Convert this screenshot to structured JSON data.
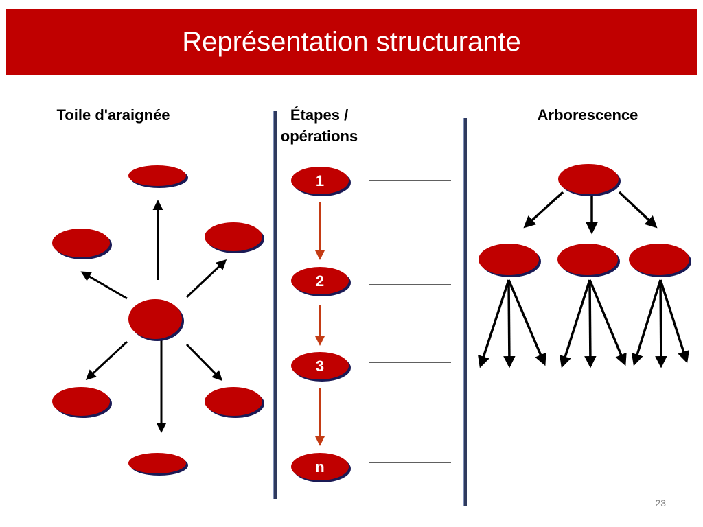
{
  "slide": {
    "title": "Représentation structurante",
    "page_number": "23"
  },
  "columns": {
    "left_heading": "Toile d'araignée",
    "middle_heading": "Étapes /\nopérations",
    "right_heading": "Arborescence"
  },
  "steps": [
    "1",
    "2",
    "3",
    "n"
  ],
  "bullet_glyph": "",
  "bullet_counts": [
    3,
    2,
    3,
    2
  ],
  "colors": {
    "title_bar": "#c00000",
    "node_fill": "#c00000",
    "node_outline": "#1a1a55",
    "step_arrow": "#c43b14",
    "divider": "#2f3a5e"
  }
}
